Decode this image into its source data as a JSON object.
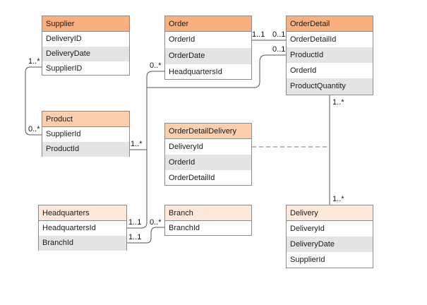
{
  "entities": {
    "supplier": {
      "title": "Supplier",
      "fields": [
        "DeliveryID",
        "DeliveryDate",
        "SupplierID"
      ]
    },
    "order": {
      "title": "Order",
      "fields": [
        "OrderId",
        "OrderDate",
        "HeadquartersId"
      ]
    },
    "orderdetail": {
      "title": "OrderDetail",
      "fields": [
        "OrderDetailId",
        "ProductId",
        "OrderId",
        "ProductQuantity"
      ]
    },
    "product": {
      "title": "Product",
      "fields": [
        "SupplierId",
        "ProductId"
      ]
    },
    "orderdetaildelivery": {
      "title": "OrderDetailDelivery",
      "fields": [
        "DeliveryId",
        "OrderId",
        "OrderDetailId"
      ]
    },
    "headquarters": {
      "title": "Headquarters",
      "fields": [
        "HeadquartersId",
        "BranchId"
      ]
    },
    "branch": {
      "title": "Branch",
      "fields": [
        "BranchId"
      ]
    },
    "delivery": {
      "title": "Delivery",
      "fields": [
        "DeliveryId",
        "DeliveryDate",
        "SupplierId"
      ]
    }
  },
  "cardinalities": {
    "supplier_product_supplier": "1..*",
    "supplier_product_product": "0..*",
    "order_orderdetail_order": "1..1",
    "order_orderdetail_detail": "0..1",
    "orderdetail_product_detail": "0..1",
    "orderdetail_product_product": "1..*",
    "order_headquarters_order": "0..*",
    "order_headquarters_hq": "1..1",
    "headquarters_branch_hq": "1..1",
    "headquarters_branch_branch": "0..*",
    "orderdetail_delivery_detail": "1..*",
    "orderdetail_delivery_delivery": "1..*"
  },
  "colors": {
    "header_dark": "#f9b07e",
    "header_mid": "#fbcfae",
    "header_light": "#fde8da",
    "row_alt": "#e4e4e4",
    "line": "#555555",
    "border": "#8a8a8a"
  }
}
